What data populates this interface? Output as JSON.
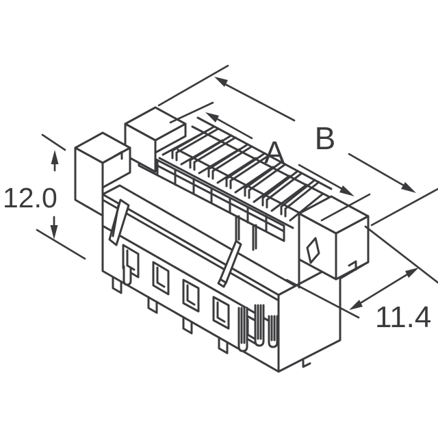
{
  "drawing": {
    "description": "Isometric technical line drawing of a multi-position rectangular connector housing with top contact slots, front contact windows, side latches and bottom solder pins",
    "line_color": "#3b3b3e",
    "background_color": "#ffffff"
  },
  "dimensions": {
    "height": "12.0",
    "span_a": "A",
    "span_b": "B",
    "depth": "11.4"
  }
}
